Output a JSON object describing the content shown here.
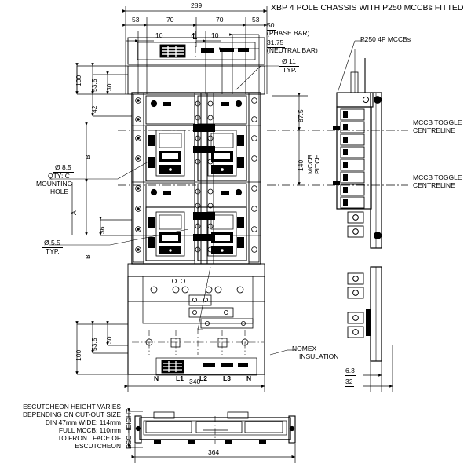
{
  "drawing": {
    "title": "XBP 4 POLE CHASSIS WITH P250 MCCBs FITTED",
    "type": "engineering-drawing"
  },
  "top_dimensions": {
    "overall": "289",
    "chain": [
      "53",
      "70",
      "70",
      "53"
    ],
    "offset_left": "10",
    "offset_right": "10",
    "centerline_symbol": "℄"
  },
  "bar_notes": {
    "phase_value": "50",
    "phase_label": "(PHASE BAR)",
    "neutral_value": "31.75",
    "neutral_label": "(NEUTRAL BAR)"
  },
  "hole_notes": {
    "dia11": "Ø 11",
    "dia11_typ": "TYP.",
    "dia85": "Ø 8.5",
    "dia85_qty": "QTY: C",
    "dia85_l1": "MOUNTING",
    "dia85_l2": "HOLE",
    "dia55": "Ø 5.5",
    "dia55_typ": "TYP."
  },
  "leaders": {
    "mccb": "P250 4P MCCBs",
    "toggle_top_l1": "MCCB TOGGLE",
    "toggle_top_l2": "CENTRELINE",
    "toggle_bot_l1": "MCCB TOGGLE",
    "toggle_bot_l2": "CENTRELINE",
    "nomex_l1": "NOMEX",
    "nomex_l2": "INSULATION"
  },
  "left_dimensions": {
    "top_100": "100",
    "top_535": "53.5",
    "top_30": "30",
    "top_42": "42",
    "letter_b_upper": "B",
    "letter_a": "A",
    "letter_b_lower": "B",
    "mid_36": "36",
    "bot_100": "100",
    "bot_535": "53.5",
    "bot_30": "30"
  },
  "right_dimensions": {
    "d875": "87.5",
    "pitch_value": "140",
    "pitch_l1": "MCCB",
    "pitch_l2": "PITCH"
  },
  "bottom_dimensions": {
    "width_340": "340",
    "width_364": "364",
    "side_63": "6.3",
    "side_32": "32"
  },
  "phase_labels": [
    "N",
    "L1",
    "L2",
    "L3",
    "N"
  ],
  "escutcheon_note": {
    "line1": "ESCUTCHEON HEIGHT VARIES",
    "line2": "DEPENDING ON CUT-OUT SIZE",
    "line3": "DIN 47mm WIDE: 114mm",
    "line4": "FULL MCCB: 110mm",
    "line5": "TO FRONT FACE OF",
    "line6": "ESCUTCHEON",
    "esc_height": "ESC HEIGHT"
  },
  "colors": {
    "line": "#000000",
    "background": "#ffffff"
  }
}
